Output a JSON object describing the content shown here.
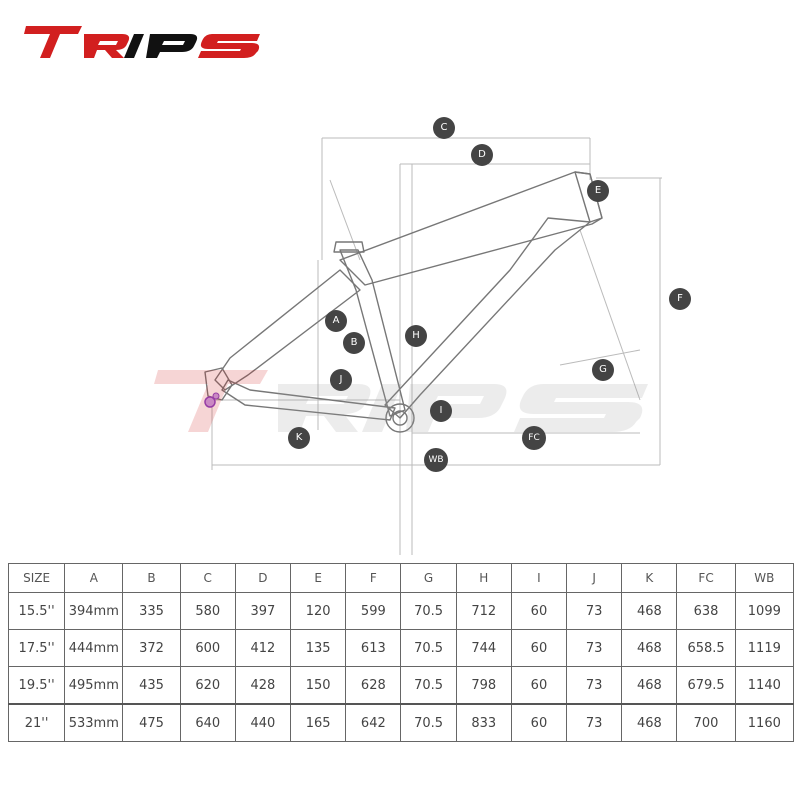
{
  "logo": {
    "text": "TRIPS",
    "color": "#d21f1f",
    "dark": "#111111"
  },
  "watermark": {
    "text": "TRIPS"
  },
  "markers": {
    "A": "A",
    "B": "B",
    "C": "C",
    "D": "D",
    "E": "E",
    "F": "F",
    "G": "G",
    "H": "H",
    "I": "I",
    "J": "J",
    "K": "K",
    "FC": "FC",
    "WB": "WB"
  },
  "table": {
    "headers": [
      "SIZE",
      "A",
      "B",
      "C",
      "D",
      "E",
      "F",
      "G",
      "H",
      "I",
      "J",
      "K",
      "FC",
      "WB"
    ],
    "rows": [
      [
        "15.5''",
        "394mm",
        "335",
        "580",
        "397",
        "120",
        "599",
        "70.5",
        "712",
        "60",
        "73",
        "468",
        "638",
        "1099"
      ],
      [
        "17.5''",
        "444mm",
        "372",
        "600",
        "412",
        "135",
        "613",
        "70.5",
        "744",
        "60",
        "73",
        "468",
        "658.5",
        "1119"
      ],
      [
        "19.5''",
        "495mm",
        "435",
        "620",
        "428",
        "150",
        "628",
        "70.5",
        "798",
        "60",
        "73",
        "468",
        "679.5",
        "1140"
      ],
      [
        "21''",
        "533mm",
        "475",
        "640",
        "440",
        "165",
        "642",
        "70.5",
        "833",
        "60",
        "73",
        "468",
        "700",
        "1160"
      ]
    ]
  }
}
